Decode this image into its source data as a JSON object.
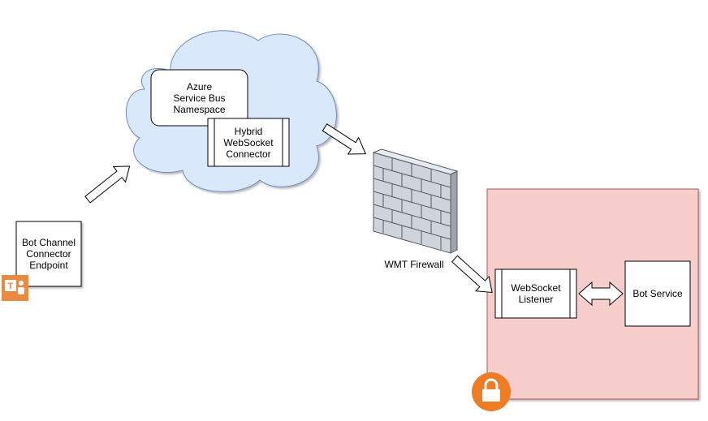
{
  "nodes": {
    "bot_channel": "Bot Channel\nConnector\nEndpoint",
    "azure_namespace": "Azure\nService Bus\nNamespace",
    "hybrid_connector": "Hybrid\nWebSocket\nConnector",
    "firewall": "WMT Firewall",
    "websocket_listener": "WebSocket\nListener",
    "bot_service": "Bot Service"
  },
  "icons": {
    "teams": "microsoft-teams-icon",
    "lock": "lock-icon",
    "firewall": "brick-wall-icon"
  },
  "colors": {
    "cloud_fill": "#dae8fc",
    "cloud_stroke": "#6c8ebf",
    "secure_zone_fill": "#f8cecc",
    "secure_zone_stroke": "#b85450",
    "lock_fill": "#ef7b22",
    "teams_fill": "#ea8a3e",
    "wall_fill": "#cfd4dc",
    "wall_stroke": "#555a63"
  }
}
